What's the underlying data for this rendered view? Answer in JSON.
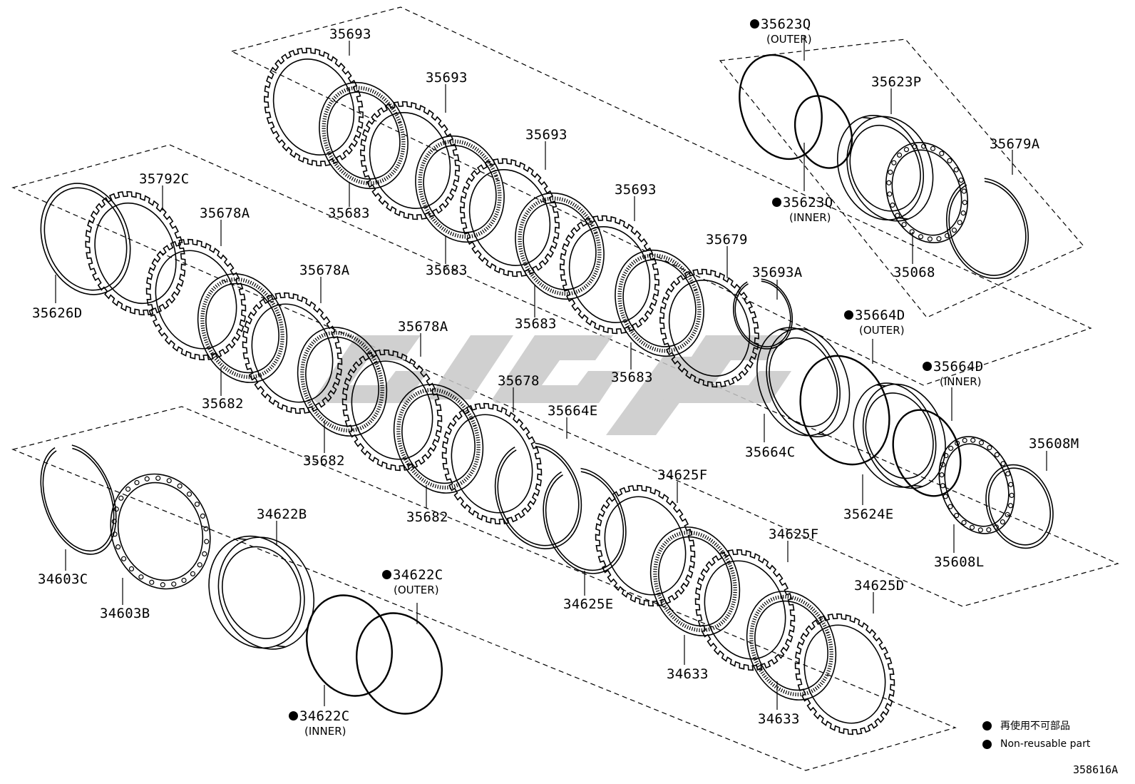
{
  "parts": {
    "p35693a": "35693",
    "p35693b": "35693",
    "p35693c": "35693",
    "p35693d": "35693",
    "p35683a": "35683",
    "p35683b": "35683",
    "p35683c": "35683",
    "p35683d": "35683",
    "p35679": "35679",
    "p35693A": "35693A",
    "p35792C": "35792C",
    "p35678Aa": "35678A",
    "p35678Ab": "35678A",
    "p35678Ac": "35678A",
    "p35626D": "35626D",
    "p35682a": "35682",
    "p35682b": "35682",
    "p35682c": "35682",
    "p35678": "35678",
    "p35664E": "35664E",
    "p35623Q_outer": "35623Q",
    "p35623Q_outer_sub": "(OUTER)",
    "p35623P": "35623P",
    "p35623Q_inner": "35623Q",
    "p35623Q_inner_sub": "(INNER)",
    "p35679A": "35679A",
    "p35068": "35068",
    "p35664D_outer": "35664D",
    "p35664D_outer_sub": "(OUTER)",
    "p35664D_inner": "35664D",
    "p35664D_inner_sub": "(INNER)",
    "p35664C": "35664C",
    "p35624E": "35624E",
    "p35608M": "35608M",
    "p35608L": "35608L",
    "p34625Fa": "34625F",
    "p34625Fb": "34625F",
    "p34625E": "34625E",
    "p34625D": "34625D",
    "p34633a": "34633",
    "p34633b": "34633",
    "p34603C": "34603C",
    "p34603B": "34603B",
    "p34622B": "34622B",
    "p34622C_outer": "34622C",
    "p34622C_outer_sub": "(OUTER)",
    "p34622C_inner": "34622C",
    "p34622C_inner_sub": "(INNER)"
  },
  "legend": {
    "japanese": "再使用不可部品",
    "english": "Non-reusable part"
  },
  "figure_number": "358616A",
  "colors": {
    "line": "#000000",
    "watermark": "#c8c8c8"
  }
}
